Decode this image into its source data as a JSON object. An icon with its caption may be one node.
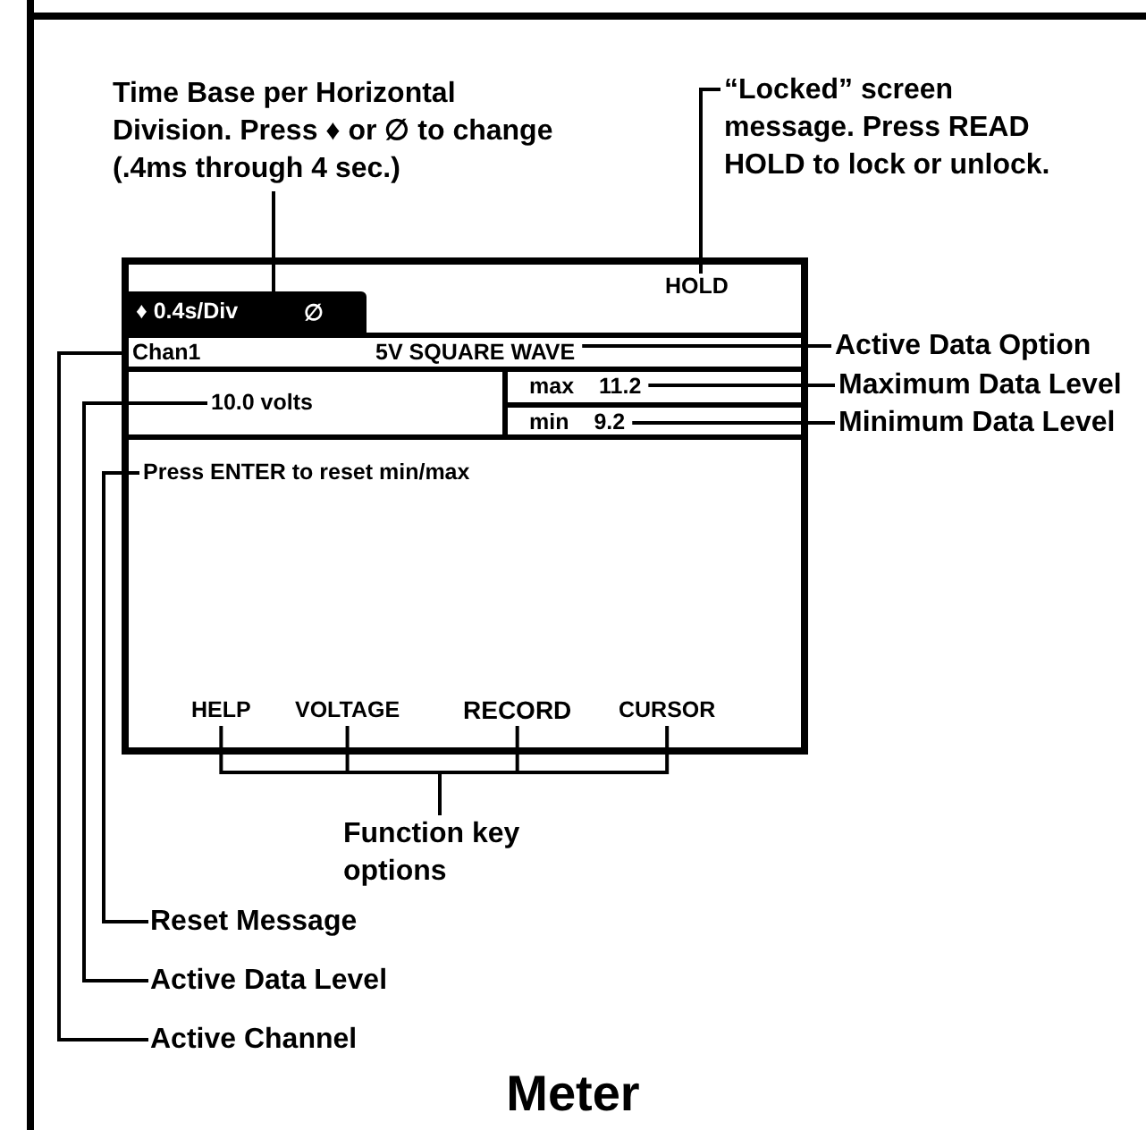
{
  "diagram": {
    "caption": "Meter",
    "nodes": [
      {
        "text": [
          "Time Base per Horizontal Division. Press ♦ or ∅ to change (.4ms through 4 sec.)"
        ]
      },
      {
        "text": [
          "“Locked” screen message. Press READ HOLD to lock or unlock."
        ]
      },
      {
        "text": [],
        "shape": "box"
      },
      {
        "text": [
          "♦ 0.4s/Div",
          "∅"
        ],
        "in": 2
      },
      {
        "text": [
          "HOLD"
        ],
        "in": 2
      },
      {
        "text": [
          "Chan1"
        ],
        "in": 2
      },
      {
        "text": [
          "5V SQUARE WAVE"
        ],
        "in": 2
      },
      {
        "text": [
          "10.0 volts"
        ],
        "in": 2
      },
      {
        "text": [
          "max",
          "11.2"
        ],
        "in": 2
      },
      {
        "text": [
          "min",
          "9.2"
        ],
        "in": 2
      },
      {
        "text": [
          "Press ENTER to reset min/max"
        ],
        "in": 2
      },
      {
        "text": [
          "HELP"
        ],
        "in": 2
      },
      {
        "text": [
          "VOLTAGE"
        ],
        "in": 2
      },
      {
        "text": [
          "RECORD"
        ],
        "in": 2
      },
      {
        "text": [
          "CURSOR"
        ],
        "in": 2
      },
      {
        "text": [
          "Active Data Option"
        ]
      },
      {
        "text": [
          "Maximum Data Level"
        ]
      },
      {
        "text": [
          "Minimum Data Level"
        ]
      },
      {
        "text": [
          "Function key options"
        ]
      },
      {
        "text": [
          "Reset Message"
        ]
      },
      {
        "text": [
          "Active Data Level"
        ]
      },
      {
        "text": [
          "Active Channel"
        ]
      }
    ],
    "edges": [
      {
        "from": 0,
        "to": 3,
        "arrow": "none"
      },
      {
        "from": 1,
        "to": 4,
        "arrow": "none"
      },
      {
        "from": 15,
        "to": 6,
        "arrow": "none"
      },
      {
        "from": 16,
        "to": 8,
        "arrow": "none"
      },
      {
        "from": 17,
        "to": 9,
        "arrow": "none"
      },
      {
        "from": 18,
        "to": 11,
        "arrow": "none"
      },
      {
        "from": 18,
        "to": 12,
        "arrow": "none"
      },
      {
        "from": 18,
        "to": 13,
        "arrow": "none"
      },
      {
        "from": 18,
        "to": 14,
        "arrow": "none"
      },
      {
        "from": 19,
        "to": 10,
        "arrow": "none"
      },
      {
        "from": 20,
        "to": 7,
        "arrow": "none"
      },
      {
        "from": 21,
        "to": 5,
        "arrow": "none"
      }
    ]
  }
}
